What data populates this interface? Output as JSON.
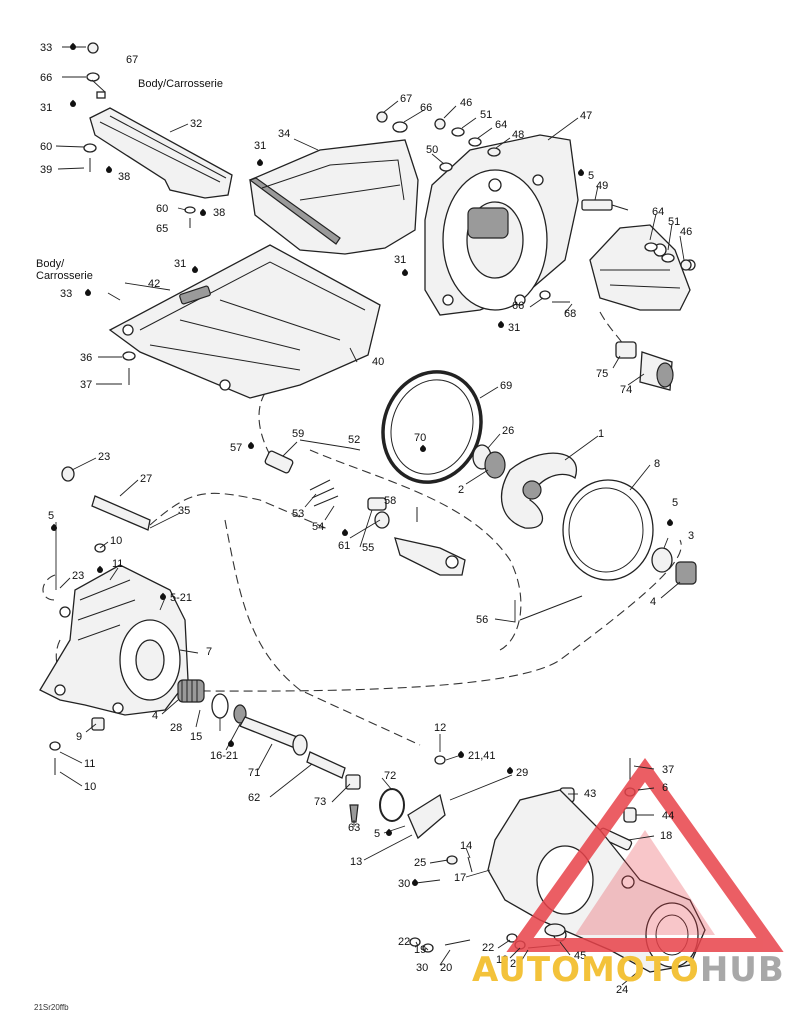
{
  "diagram": {
    "code": "21Sr20ffb",
    "text_labels": {
      "body_top": "Body/Carrosserie",
      "body_left_1": "Body/",
      "body_left_2": "Carrosserie"
    },
    "callouts": [
      {
        "id": "c33a",
        "text": "33"
      },
      {
        "id": "c67a",
        "text": "67"
      },
      {
        "id": "c66a",
        "text": "66"
      },
      {
        "id": "c31a",
        "text": "31"
      },
      {
        "id": "c32",
        "text": "32"
      },
      {
        "id": "c60a",
        "text": "60"
      },
      {
        "id": "c39",
        "text": "39"
      },
      {
        "id": "c38a",
        "text": "38"
      },
      {
        "id": "c60b",
        "text": "60"
      },
      {
        "id": "c38b",
        "text": "38"
      },
      {
        "id": "c65",
        "text": "65"
      },
      {
        "id": "c31b",
        "text": "31"
      },
      {
        "id": "c34",
        "text": "34"
      },
      {
        "id": "c67b",
        "text": "67"
      },
      {
        "id": "c66b",
        "text": "66"
      },
      {
        "id": "c46a",
        "text": "46"
      },
      {
        "id": "c51a",
        "text": "51"
      },
      {
        "id": "c64a",
        "text": "64"
      },
      {
        "id": "c48",
        "text": "48"
      },
      {
        "id": "c47",
        "text": "47"
      },
      {
        "id": "c50",
        "text": "50"
      },
      {
        "id": "c5a",
        "text": "5"
      },
      {
        "id": "c49",
        "text": "49"
      },
      {
        "id": "c64b",
        "text": "64"
      },
      {
        "id": "c51b",
        "text": "51"
      },
      {
        "id": "c46b",
        "text": "46"
      },
      {
        "id": "c31c",
        "text": "31"
      },
      {
        "id": "c42",
        "text": "42"
      },
      {
        "id": "c33b",
        "text": "33"
      },
      {
        "id": "c31d",
        "text": "31"
      },
      {
        "id": "c66c",
        "text": "66"
      },
      {
        "id": "c68",
        "text": "68"
      },
      {
        "id": "c31e",
        "text": "31"
      },
      {
        "id": "c40",
        "text": "40"
      },
      {
        "id": "c36",
        "text": "36"
      },
      {
        "id": "c37a",
        "text": "37"
      },
      {
        "id": "c75",
        "text": "75"
      },
      {
        "id": "c74",
        "text": "74"
      },
      {
        "id": "c69",
        "text": "69"
      },
      {
        "id": "c70",
        "text": "70"
      },
      {
        "id": "c26",
        "text": "26"
      },
      {
        "id": "c1",
        "text": "1"
      },
      {
        "id": "c2",
        "text": "2"
      },
      {
        "id": "c8",
        "text": "8"
      },
      {
        "id": "c57",
        "text": "57"
      },
      {
        "id": "c59",
        "text": "59"
      },
      {
        "id": "c52",
        "text": "52"
      },
      {
        "id": "c23a",
        "text": "23"
      },
      {
        "id": "c27",
        "text": "27"
      },
      {
        "id": "c53",
        "text": "53"
      },
      {
        "id": "c54",
        "text": "54"
      },
      {
        "id": "c58",
        "text": "58"
      },
      {
        "id": "c5b",
        "text": "5"
      },
      {
        "id": "c3",
        "text": "3"
      },
      {
        "id": "c61",
        "text": "61"
      },
      {
        "id": "c55",
        "text": "55"
      },
      {
        "id": "c5c",
        "text": "5"
      },
      {
        "id": "c35",
        "text": "35"
      },
      {
        "id": "c10a",
        "text": "10"
      },
      {
        "id": "c4a",
        "text": "4"
      },
      {
        "id": "c23b",
        "text": "23"
      },
      {
        "id": "c11a",
        "text": "11"
      },
      {
        "id": "c5-21",
        "text": "5-21"
      },
      {
        "id": "c56",
        "text": "56"
      },
      {
        "id": "c7",
        "text": "7"
      },
      {
        "id": "c4b",
        "text": "4"
      },
      {
        "id": "c28",
        "text": "28"
      },
      {
        "id": "c9",
        "text": "9"
      },
      {
        "id": "c15",
        "text": "15"
      },
      {
        "id": "c16-21",
        "text": "16-21"
      },
      {
        "id": "c11b",
        "text": "11"
      },
      {
        "id": "c10b",
        "text": "10"
      },
      {
        "id": "c12",
        "text": "12"
      },
      {
        "id": "c21-41",
        "text": "21,41"
      },
      {
        "id": "c71",
        "text": "71"
      },
      {
        "id": "c72",
        "text": "72"
      },
      {
        "id": "c29",
        "text": "29"
      },
      {
        "id": "c37b",
        "text": "37"
      },
      {
        "id": "c62",
        "text": "62"
      },
      {
        "id": "c73",
        "text": "73"
      },
      {
        "id": "c43",
        "text": "43"
      },
      {
        "id": "c6",
        "text": "6"
      },
      {
        "id": "c44",
        "text": "44"
      },
      {
        "id": "c63",
        "text": "63"
      },
      {
        "id": "c5d",
        "text": "5"
      },
      {
        "id": "c18",
        "text": "18"
      },
      {
        "id": "c14",
        "text": "14"
      },
      {
        "id": "c13",
        "text": "13"
      },
      {
        "id": "c25",
        "text": "25"
      },
      {
        "id": "c17",
        "text": "17"
      },
      {
        "id": "c30a",
        "text": "30"
      },
      {
        "id": "c22a",
        "text": "22"
      },
      {
        "id": "c19a",
        "text": "19"
      },
      {
        "id": "c22b",
        "text": "22"
      },
      {
        "id": "c19b",
        "text": "19"
      },
      {
        "id": "c20a",
        "text": "20"
      },
      {
        "id": "c45",
        "text": "45"
      },
      {
        "id": "c30b",
        "text": "30"
      },
      {
        "id": "c20b",
        "text": "20"
      },
      {
        "id": "c24",
        "text": "24"
      }
    ]
  },
  "watermark": {
    "part1": "AUTOMOTO",
    "part2": "HUB",
    "color_1": "#f3c23a",
    "color_2": "#a8a8a8",
    "triangle_color": "#e8424a"
  }
}
